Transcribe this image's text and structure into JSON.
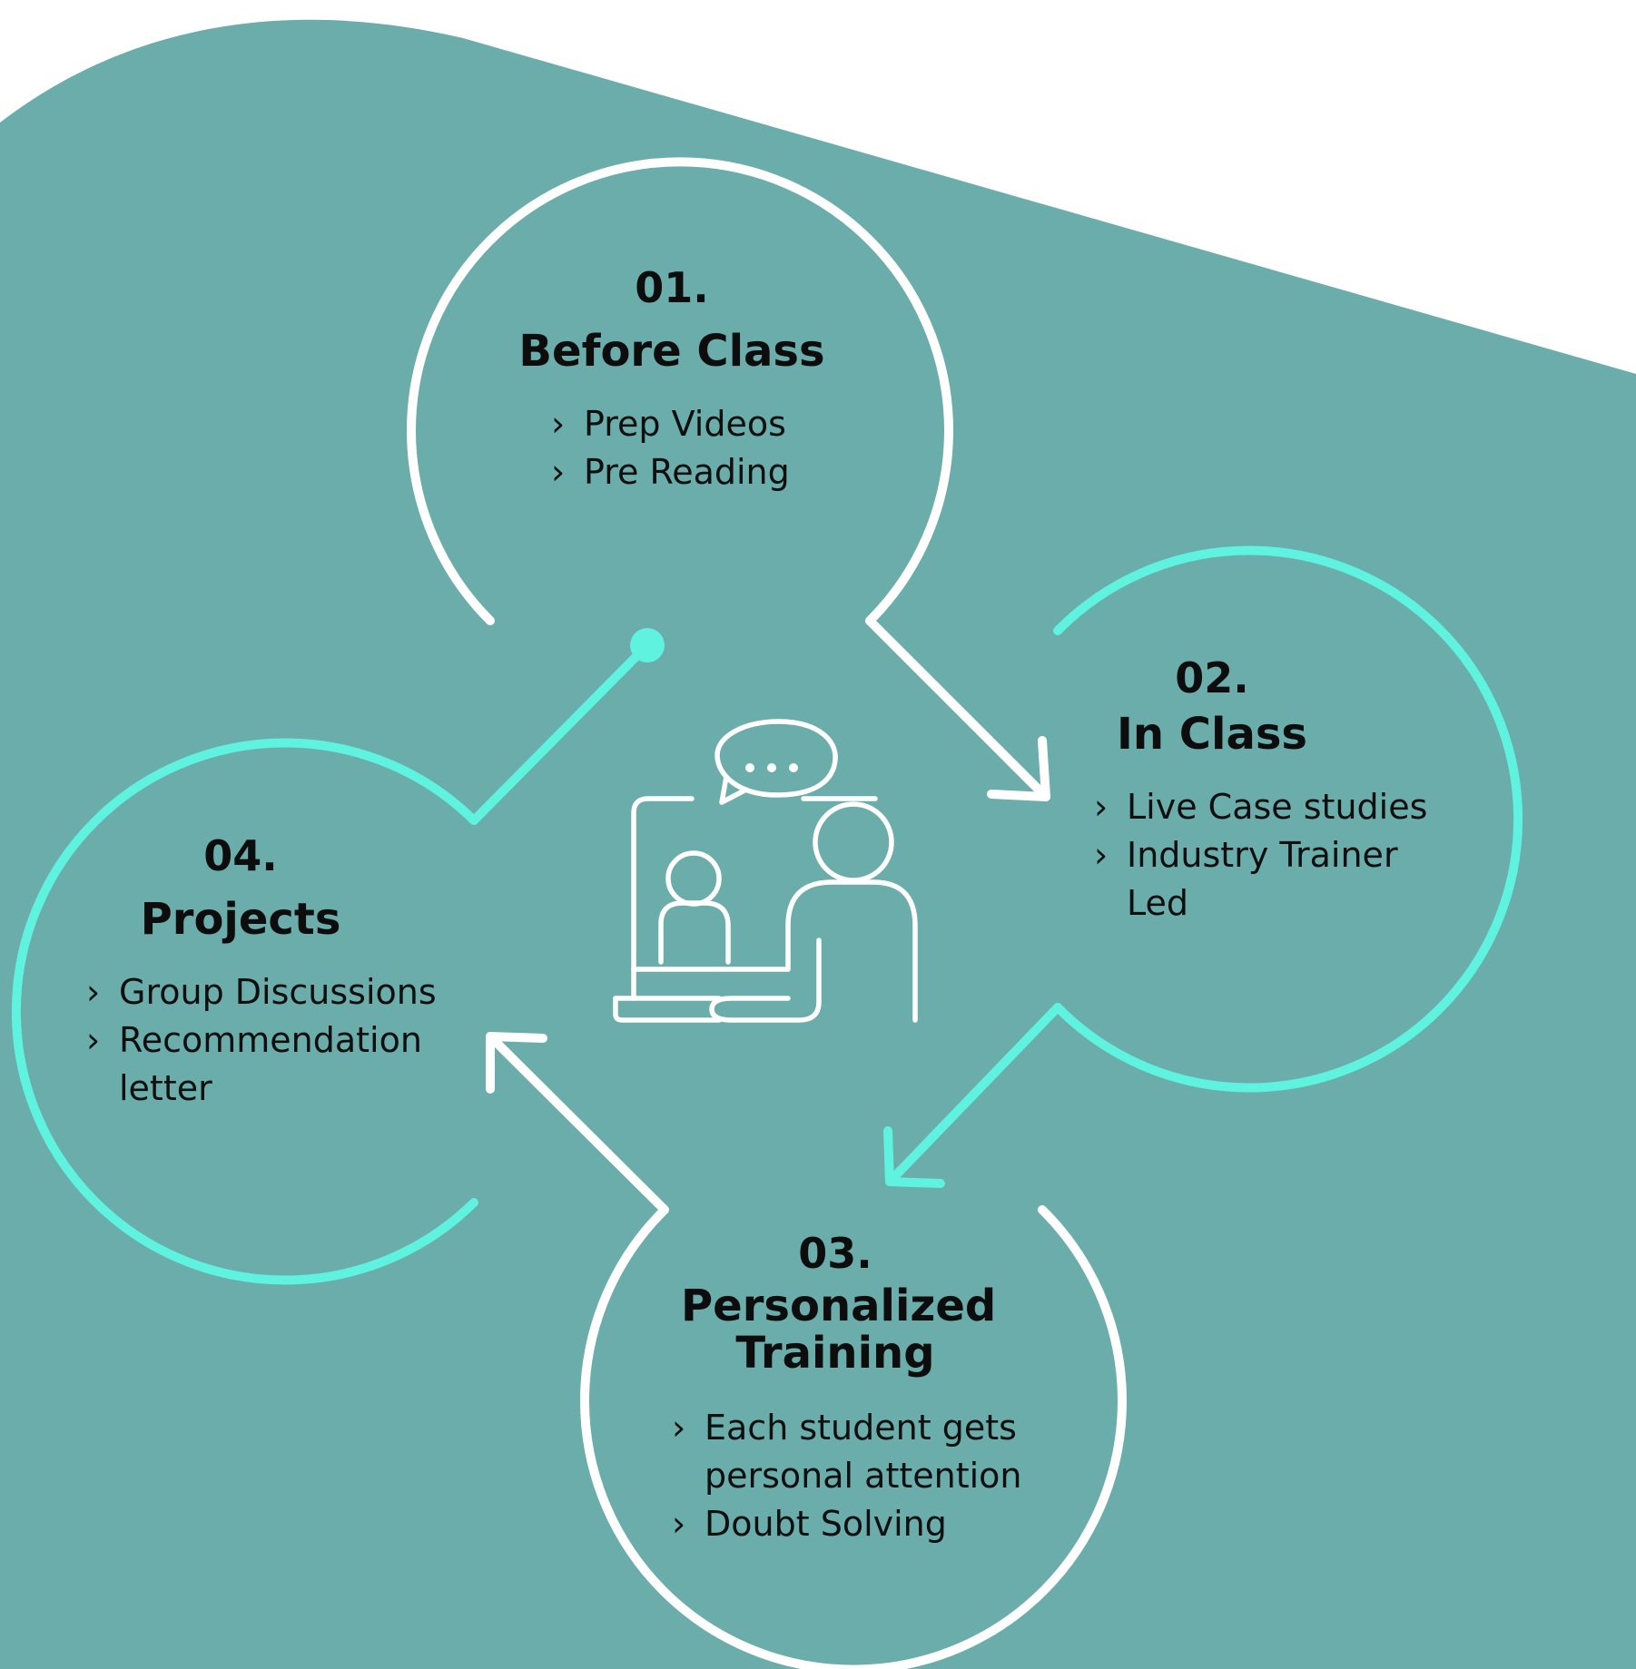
{
  "colors": {
    "background_teal": "#6aadab",
    "white": "#ffffff",
    "accent_cyan": "#5ff2de",
    "text": "#0d0d0d"
  },
  "steps": [
    {
      "number": "01.",
      "title": "Before Class",
      "items": [
        "Prep Videos",
        "Pre Reading"
      ]
    },
    {
      "number": "02.",
      "title": "In Class",
      "items": [
        "Live Case studies",
        "Industry Trainer Led"
      ]
    },
    {
      "number": "03.",
      "title": "Personalized Training",
      "items": [
        "Each student gets personal attention",
        "Doubt Solving"
      ]
    },
    {
      "number": "04.",
      "title": "Projects",
      "items": [
        "Group Discussions",
        "Recommendation letter"
      ]
    }
  ],
  "bullet_glyph": "›",
  "center_icon": "online-teacher-student-video-call-icon"
}
